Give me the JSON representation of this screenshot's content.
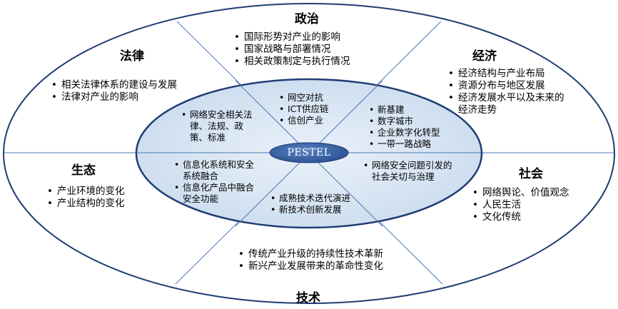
{
  "colors": {
    "outer_border": "#1f3d73",
    "inner_border": "#1f3d73",
    "inner_fill": "#d6e4f2",
    "divider": "#4a78b8",
    "center_fill": "#2f5597"
  },
  "center": {
    "label": "PESTEL"
  },
  "outer": {
    "politics": {
      "title": "政治",
      "items": [
        "国际形势对产业的影响",
        "国家战略与部署情况",
        "相关政策制定与执行情况"
      ]
    },
    "law": {
      "title": "法律",
      "items": [
        "相关法律体系的建设与发展",
        "法律对产业的影响"
      ]
    },
    "economy": {
      "title": "经济",
      "items": [
        "经济结构与产业布局",
        "资源分布与地区发展",
        "经济发展水平以及未来的经济走势"
      ]
    },
    "ecology": {
      "title": "生态",
      "items": [
        "产业环境的变化",
        "产业结构的变化"
      ]
    },
    "society": {
      "title": "社会",
      "items": [
        "网络舆论、价值观念",
        "人民生活",
        "文化传统"
      ]
    },
    "technology": {
      "title": "技术",
      "items": [
        "传统产业升级的持续性技术革新",
        "新兴产业发展带来的革命性变化"
      ]
    }
  },
  "inner": {
    "politics": [
      "网空对抗",
      "ICT供应链",
      "信创产业"
    ],
    "law": [
      "网络安全相关法律、法规、政策、标准"
    ],
    "economy": [
      "新基建",
      "数字城市",
      "企业数字化转型",
      "一带一路战略"
    ],
    "ecology": [
      "信息化系统和安全系统融合",
      "信息化产品中融合安全功能"
    ],
    "society": [
      "网络安全问题引发的社会关切与治理"
    ],
    "technology": [
      "成熟技术迭代演进",
      "新技术创新发展"
    ]
  }
}
